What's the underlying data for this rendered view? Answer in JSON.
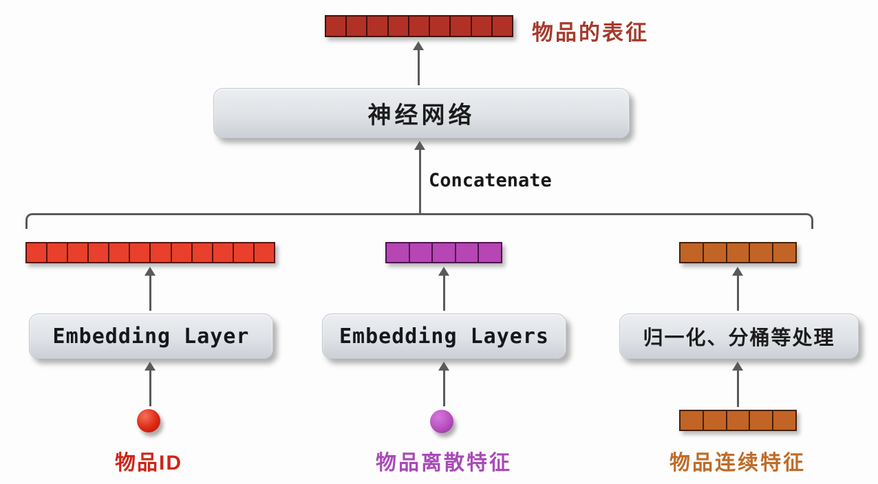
{
  "diagram": {
    "output_vector": {
      "label": "物品的表征",
      "segments": 9
    },
    "network_box": {
      "label": "神经网络"
    },
    "concatenate_label": "Concatenate",
    "branches": [
      {
        "name": "item-id",
        "vector_segments": 12,
        "box_label": "Embedding Layer",
        "input_kind": "dot",
        "input_label": "物品ID"
      },
      {
        "name": "item-discrete-features",
        "vector_segments": 5,
        "box_label": "Embedding Layers",
        "input_kind": "dot",
        "input_label": "物品离散特征"
      },
      {
        "name": "item-continuous-features",
        "vector_segments": 5,
        "box_label": "归一化、分桶等处理",
        "input_kind": "vector",
        "input_vector_segments": 5,
        "input_label": "物品连续特征"
      }
    ]
  },
  "colors": {
    "darkred": "#b23127",
    "darkred-border": "#40100a",
    "red": "#e8402c",
    "red-border": "#58140e",
    "purple": "#b546b3",
    "purple-border": "#4e1150",
    "orange": "#c26425",
    "orange-border": "#432007",
    "arrow": "#5a5a5a",
    "dot-red": "#dd2812",
    "dot-purple": "#b84fc0",
    "label-darkred": "#a43a2d",
    "label-red": "#ce2517",
    "label-purple": "#a94ab8",
    "label-orange": "#bf6c28",
    "text": "#1c1c1c"
  }
}
